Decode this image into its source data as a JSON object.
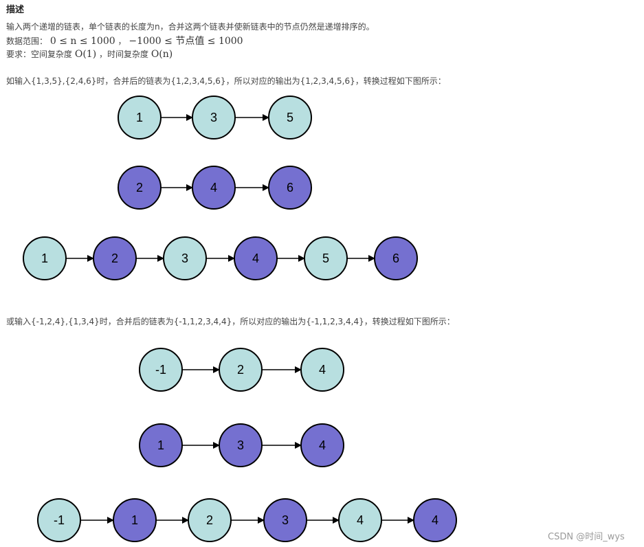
{
  "description": {
    "title": "描述",
    "line1": "输入两个递增的链表，单个链表的长度为n，合并这两个链表并使新链表中的节点仍然是递增排序的。",
    "range_label": "数据范围：",
    "range_formula_1": "0 ≤ n ≤ 1000",
    "range_sep": "，",
    "range_formula_2": "−1000 ≤ 节点值 ≤ 1000",
    "req_label": "要求：空间复杂度",
    "req_space": "O(1)",
    "req_mid": "，时间复杂度",
    "req_time": "O(n)",
    "example1": "如输入{1,3,5},{2,4,6}时，合并后的链表为{1,2,3,4,5,6}，所以对应的输出为{1,2,3,4,5,6}，转换过程如下图所示：",
    "example2": "或输入{-1,2,4},{1,3,4}时，合并后的链表为{-1,1,2,3,4,4}，所以对应的输出为{-1,1,2,3,4,4}，转换过程如下图所示："
  },
  "colors": {
    "list1_fill": "#b8dfe0",
    "list2_fill": "#7570d0",
    "stroke": "#000000"
  },
  "example1_lists": [
    {
      "list": "first",
      "nodes": [
        {
          "label": "1",
          "source": 1
        },
        {
          "label": "3",
          "source": 1
        },
        {
          "label": "5",
          "source": 1
        }
      ]
    },
    {
      "list": "second",
      "nodes": [
        {
          "label": "2",
          "source": 2
        },
        {
          "label": "4",
          "source": 2
        },
        {
          "label": "6",
          "source": 2
        }
      ]
    },
    {
      "list": "merged",
      "nodes": [
        {
          "label": "1",
          "source": 1
        },
        {
          "label": "2",
          "source": 2
        },
        {
          "label": "3",
          "source": 1
        },
        {
          "label": "4",
          "source": 2
        },
        {
          "label": "5",
          "source": 1
        },
        {
          "label": "6",
          "source": 2
        }
      ]
    }
  ],
  "example2_lists": [
    {
      "list": "first",
      "nodes": [
        {
          "label": "-1",
          "source": 1
        },
        {
          "label": "2",
          "source": 1
        },
        {
          "label": "4",
          "source": 1
        }
      ]
    },
    {
      "list": "second",
      "nodes": [
        {
          "label": "1",
          "source": 2
        },
        {
          "label": "3",
          "source": 2
        },
        {
          "label": "4",
          "source": 2
        }
      ]
    },
    {
      "list": "merged",
      "nodes": [
        {
          "label": "-1",
          "source": 1
        },
        {
          "label": "1",
          "source": 2
        },
        {
          "label": "2",
          "source": 1
        },
        {
          "label": "3",
          "source": 2
        },
        {
          "label": "4",
          "source": 1
        },
        {
          "label": "4",
          "source": 2
        }
      ]
    }
  ],
  "watermark": "CSDN @时间_wys"
}
